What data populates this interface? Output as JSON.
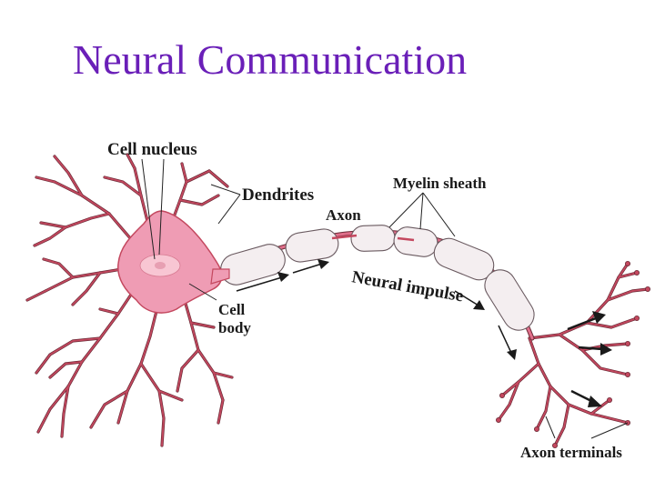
{
  "slide": {
    "title": "Neural Communication"
  },
  "colors": {
    "title": "#6a1fb8",
    "neuron_fill": "#ef9cb4",
    "neuron_stroke": "#c4485f",
    "myelin": "#f4eef0",
    "axon_core": "#e06e8a",
    "text": "#1a1a1a"
  },
  "labels": {
    "cell_nucleus": "Cell nucleus",
    "dendrites": "Dendrites",
    "axon": "Axon",
    "myelin_sheath": "Myelin sheath",
    "neural_impulse": "Neural impulse",
    "cell": "Cell",
    "body": "body",
    "axon_terminals": "Axon terminals"
  }
}
